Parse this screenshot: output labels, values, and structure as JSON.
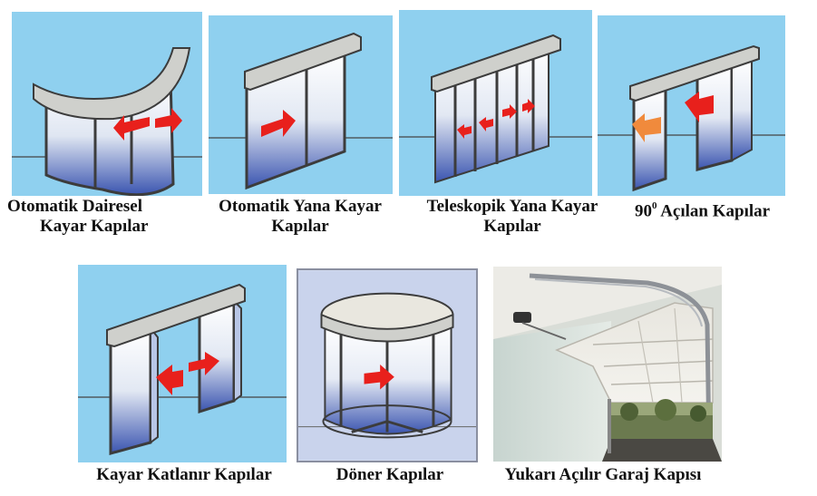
{
  "captions": {
    "c1_line1": "Otomatik Dairesel",
    "c1_line2": "Kayar Kapılar",
    "c2_line1": "Otomatik Yana Kayar",
    "c2_line2": "Kapılar",
    "c3_line1": "Teleskopik Yana Kayar",
    "c3_line2": "Kapılar",
    "c4_num": "90",
    "c4_sup": "0",
    "c4_text": " Açılan Kapılar",
    "c5": "Kayar Katlanır Kapılar",
    "c6": "Döner Kapılar",
    "c7": "Yukarı Açılır Garaj Kapısı"
  },
  "colors": {
    "sky": "#8fd0ef",
    "arrow": "#e8201c",
    "arrow_faded": "#f08a3c",
    "frame": "#3c3c3c",
    "header": "#cfd0cc",
    "revolving_bg": "#c9d3ec"
  }
}
